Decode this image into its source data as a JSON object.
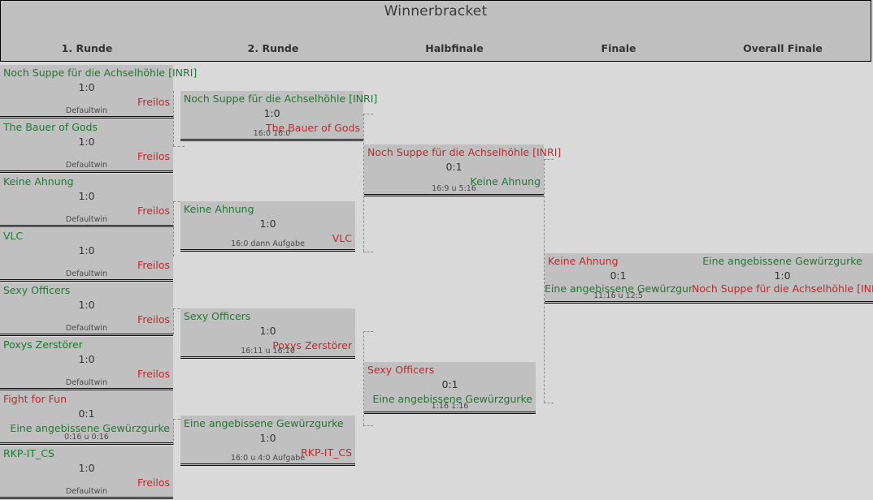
{
  "header": {
    "title": "Winnerbracket",
    "rounds": [
      {
        "label": "1. Runde"
      },
      {
        "label": "2. Runde"
      },
      {
        "label": "Halbfinale"
      },
      {
        "label": "Finale"
      },
      {
        "label": "Overall Finale"
      }
    ]
  },
  "colors": {
    "winner": "#1f7a32",
    "loser": "#c4282d",
    "box": "#c0c0c0",
    "page": "#d9d9d9",
    "header": "#bfbfbf"
  },
  "rounds": {
    "r1": [
      {
        "top": "Noch Suppe für die Achselhöhle [INRI]",
        "score": "1:0",
        "bottom": "Freilos",
        "detail": "Defaultwin",
        "top_state": "win",
        "bottom_state": "lose"
      },
      {
        "top": "The Bauer of Gods",
        "score": "1:0",
        "bottom": "Freilos",
        "detail": "Defaultwin",
        "top_state": "win",
        "bottom_state": "lose"
      },
      {
        "top": "Keine Ahnung",
        "score": "1:0",
        "bottom": "Freilos",
        "detail": "Defaultwin",
        "top_state": "win",
        "bottom_state": "lose"
      },
      {
        "top": "VLC",
        "score": "1:0",
        "bottom": "Freilos",
        "detail": "Defaultwin",
        "top_state": "win",
        "bottom_state": "lose"
      },
      {
        "top": "Sexy Officers",
        "score": "1:0",
        "bottom": "Freilos",
        "detail": "Defaultwin",
        "top_state": "win",
        "bottom_state": "lose"
      },
      {
        "top": "Poxys Zerstörer",
        "score": "1:0",
        "bottom": "Freilos",
        "detail": "Defaultwin",
        "top_state": "win",
        "bottom_state": "lose"
      },
      {
        "top": "Fight for Fun",
        "score": "0:1",
        "bottom": "Eine angebissene Gewürzgurke",
        "detail": "0:16 u 0:16",
        "top_state": "lose",
        "bottom_state": "win"
      },
      {
        "top": "RKP-IT_CS",
        "score": "1:0",
        "bottom": "Freilos",
        "detail": "Defaultwin",
        "top_state": "win",
        "bottom_state": "lose"
      }
    ],
    "r2": [
      {
        "top": "Noch Suppe für die Achselhöhle [INRI]",
        "score": "1:0",
        "bottom": "The Bauer of Gods",
        "detail": "16:0 16:0",
        "top_state": "win",
        "bottom_state": "lose"
      },
      {
        "top": "Keine Ahnung",
        "score": "1:0",
        "bottom": "VLC",
        "detail": "16:0 dann Aufgabe",
        "top_state": "win",
        "bottom_state": "lose"
      },
      {
        "top": "Sexy Officers",
        "score": "1:0",
        "bottom": "Poxys Zerstörer",
        "detail": "16:11 u 16:10",
        "top_state": "win",
        "bottom_state": "lose"
      },
      {
        "top": "Eine angebissene Gewürzgurke",
        "score": "1:0",
        "bottom": "RKP-IT_CS",
        "detail": "16:0 u 4:0 Aufgabe",
        "top_state": "win",
        "bottom_state": "lose"
      }
    ],
    "semi": [
      {
        "top": "Noch Suppe für die Achselhöhle [INRI]",
        "score": "0:1",
        "bottom": "Keine Ahnung",
        "detail": "16:9 u 5:16",
        "top_state": "lose",
        "bottom_state": "win"
      },
      {
        "top": "Sexy Officers",
        "score": "0:1",
        "bottom": "Eine angebissene Gewürzgurke",
        "detail": "1:16 1:16",
        "top_state": "lose",
        "bottom_state": "win"
      }
    ],
    "final": [
      {
        "top": "Keine Ahnung",
        "score": "0:1",
        "bottom": "Eine angebissene Gewürzgurke",
        "detail": "11:16 u 12:5",
        "top_state": "lose",
        "bottom_state": "win"
      }
    ],
    "overall_final": [
      {
        "top": "Eine angebissene Gewürzgurke",
        "score": "1:0",
        "bottom": "Noch Suppe für die Achselhöhle [INRI]",
        "detail": "",
        "top_state": "win",
        "bottom_state": "lose"
      }
    ]
  }
}
